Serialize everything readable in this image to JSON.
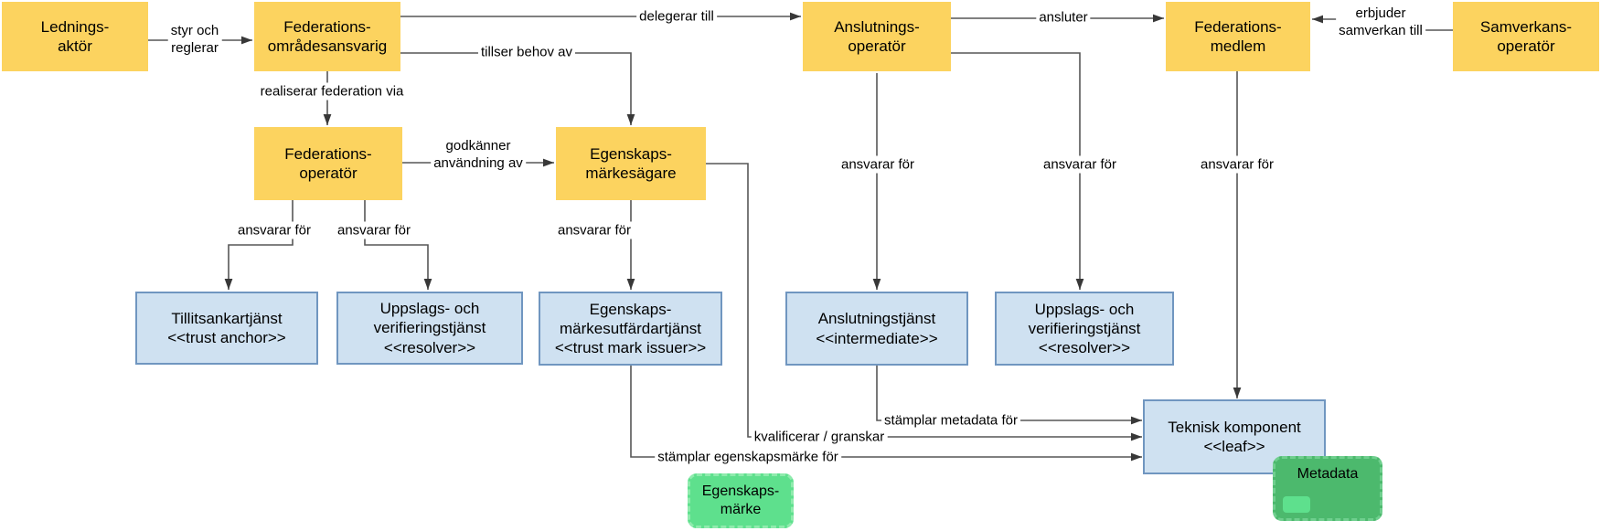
{
  "diagram_title": "",
  "colors": {
    "actor_fill": "#fcd35f",
    "service_fill": "#cfe1f1",
    "service_border": "#7096c0",
    "trust_mark_fill": "#5ee08d",
    "trust_mark_border": "#8febad",
    "metadata_fill": "#4cb96d",
    "metadata_border": "#6fcf8e",
    "edge_line": "#575757",
    "text": "#000000",
    "background": "#ffffff"
  },
  "nodes": {
    "ledningsaktor": {
      "label": "Lednings-\naktör"
    },
    "federationsomradesansvarig": {
      "label": "Federations-\nområdesansvarig"
    },
    "anslutningsoperator": {
      "label": "Anslutnings-\noperatör"
    },
    "federationsmedlem": {
      "label": "Federations-\nmedlem"
    },
    "samverkansoperator": {
      "label": "Samverkans-\noperatör"
    },
    "federationsoperator": {
      "label": "Federations-\noperatör"
    },
    "egenskapsmarkesagare": {
      "label": "Egenskaps-\nmärkesägare"
    },
    "tillitsankartjanst": {
      "label": "Tillitsankartjänst\n<<trust anchor>>"
    },
    "uppslags_verifieringstjanst_vanster": {
      "label": "Uppslags- och\nverifieringstjänst\n<<resolver>>"
    },
    "egenskapsmarkesutfardartjanst": {
      "label": "Egenskaps-\nmärkesutfärdartjänst\n<<trust mark issuer>>"
    },
    "anslutningstjanst": {
      "label": "Anslutningstjänst\n<<intermediate>>"
    },
    "uppslags_verifieringstjanst_hoger": {
      "label": "Uppslags- och\nverifieringstjänst\n<<resolver>>"
    },
    "teknisk_komponent": {
      "label": "Teknisk komponent\n<<leaf>>"
    },
    "egenskapsmarke": {
      "label": "Egenskaps-\nmärke"
    },
    "metadata": {
      "label": "Metadata"
    }
  },
  "edge_labels": {
    "styr_och_reglerar": "styr och\nreglerar",
    "delegerar_till": "delegerar till",
    "ansluter": "ansluter",
    "erbjuder_samverkan_till": "erbjuder\nsamverkan till",
    "realiserar_federation_via": "realiserar federation via",
    "tillser_behov_av": "tillser behov av",
    "godkanner_anvandning_av": "godkänner\nanvändning av",
    "ansvarar_for": "ansvarar för",
    "stamplar_metadata_for": "stämplar metadata för",
    "kvalificerar_granskar": "kvalificerar / granskar",
    "stamplar_egenskapsmarke_for": "stämplar egenskapsmärke för"
  }
}
